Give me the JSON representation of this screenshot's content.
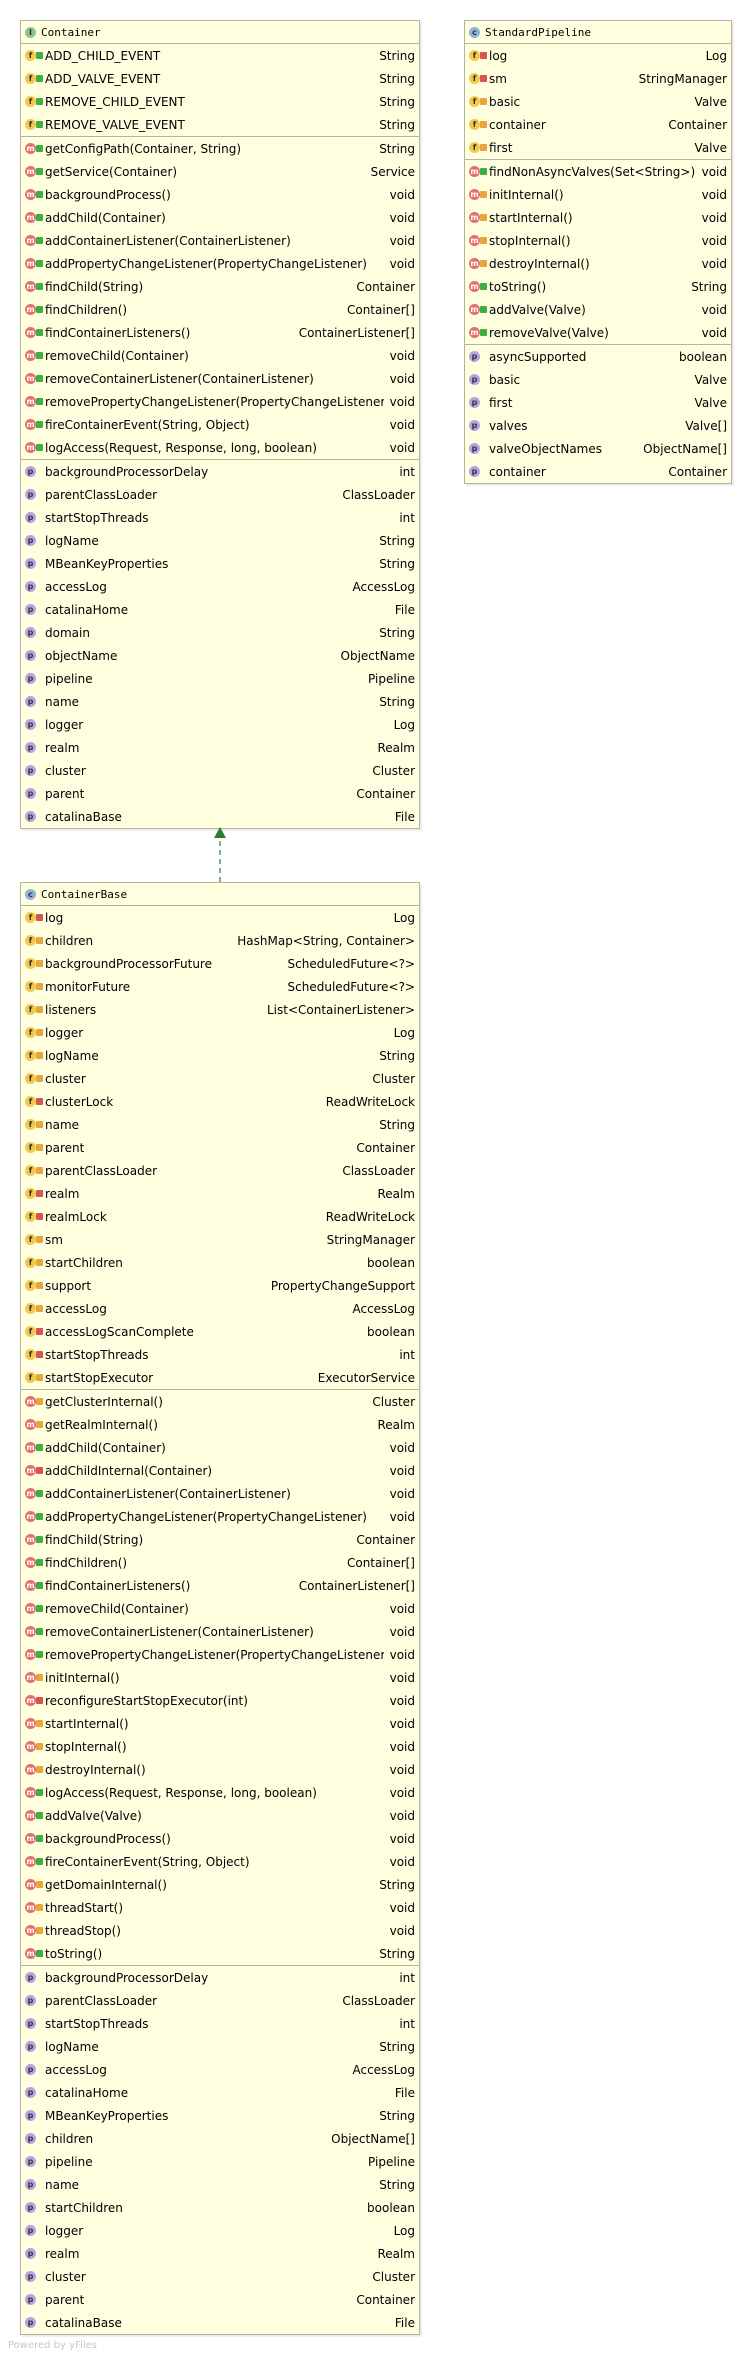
{
  "classes": [
    {
      "title": "Container",
      "kind": "i",
      "sections": [
        [
          {
            "icon": "f",
            "vis": "public",
            "name": "ADD_CHILD_EVENT",
            "type": "String"
          },
          {
            "icon": "f",
            "vis": "public",
            "name": "ADD_VALVE_EVENT",
            "type": "String"
          },
          {
            "icon": "f",
            "vis": "public",
            "name": "REMOVE_CHILD_EVENT",
            "type": "String"
          },
          {
            "icon": "f",
            "vis": "public",
            "name": "REMOVE_VALVE_EVENT",
            "type": "String"
          }
        ],
        [
          {
            "icon": "m",
            "vis": "public",
            "name": "getConfigPath(Container, String)",
            "type": "String"
          },
          {
            "icon": "m",
            "vis": "public",
            "name": "getService(Container)",
            "type": "Service"
          },
          {
            "icon": "m",
            "vis": "public",
            "name": "backgroundProcess()",
            "type": "void"
          },
          {
            "icon": "m",
            "vis": "public",
            "name": "addChild(Container)",
            "type": "void"
          },
          {
            "icon": "m",
            "vis": "public",
            "name": "addContainerListener(ContainerListener)",
            "type": "void"
          },
          {
            "icon": "m",
            "vis": "public",
            "name": "addPropertyChangeListener(PropertyChangeListener)",
            "type": "void"
          },
          {
            "icon": "m",
            "vis": "public",
            "name": "findChild(String)",
            "type": "Container"
          },
          {
            "icon": "m",
            "vis": "public",
            "name": "findChildren()",
            "type": "Container[]"
          },
          {
            "icon": "m",
            "vis": "public",
            "name": "findContainerListeners()",
            "type": "ContainerListener[]"
          },
          {
            "icon": "m",
            "vis": "public",
            "name": "removeChild(Container)",
            "type": "void"
          },
          {
            "icon": "m",
            "vis": "public",
            "name": "removeContainerListener(ContainerListener)",
            "type": "void"
          },
          {
            "icon": "m",
            "vis": "public",
            "name": "removePropertyChangeListener(PropertyChangeListener)",
            "type": "void"
          },
          {
            "icon": "m",
            "vis": "public",
            "name": "fireContainerEvent(String, Object)",
            "type": "void"
          },
          {
            "icon": "m",
            "vis": "public",
            "name": "logAccess(Request, Response, long, boolean)",
            "type": "void"
          }
        ],
        [
          {
            "icon": "p",
            "vis": "none",
            "name": "backgroundProcessorDelay",
            "type": "int"
          },
          {
            "icon": "p",
            "vis": "none",
            "name": "parentClassLoader",
            "type": "ClassLoader"
          },
          {
            "icon": "p",
            "vis": "none",
            "name": "startStopThreads",
            "type": "int"
          },
          {
            "icon": "p",
            "vis": "none",
            "name": "logName",
            "type": "String"
          },
          {
            "icon": "p",
            "vis": "none",
            "name": "MBeanKeyProperties",
            "type": "String"
          },
          {
            "icon": "p",
            "vis": "none",
            "name": "accessLog",
            "type": "AccessLog"
          },
          {
            "icon": "p",
            "vis": "none",
            "name": "catalinaHome",
            "type": "File"
          },
          {
            "icon": "p",
            "vis": "none",
            "name": "domain",
            "type": "String"
          },
          {
            "icon": "p",
            "vis": "none",
            "name": "objectName",
            "type": "ObjectName"
          },
          {
            "icon": "p",
            "vis": "none",
            "name": "pipeline",
            "type": "Pipeline"
          },
          {
            "icon": "p",
            "vis": "none",
            "name": "name",
            "type": "String"
          },
          {
            "icon": "p",
            "vis": "none",
            "name": "logger",
            "type": "Log"
          },
          {
            "icon": "p",
            "vis": "none",
            "name": "realm",
            "type": "Realm"
          },
          {
            "icon": "p",
            "vis": "none",
            "name": "cluster",
            "type": "Cluster"
          },
          {
            "icon": "p",
            "vis": "none",
            "name": "parent",
            "type": "Container"
          },
          {
            "icon": "p",
            "vis": "none",
            "name": "catalinaBase",
            "type": "File"
          }
        ]
      ]
    },
    {
      "title": "StandardPipeline",
      "kind": "c",
      "sections": [
        [
          {
            "icon": "f",
            "vis": "private",
            "name": "log",
            "type": "Log"
          },
          {
            "icon": "f",
            "vis": "private",
            "name": "sm",
            "type": "StringManager"
          },
          {
            "icon": "f",
            "vis": "protected",
            "name": "basic",
            "type": "Valve"
          },
          {
            "icon": "f",
            "vis": "protected",
            "name": "container",
            "type": "Container"
          },
          {
            "icon": "f",
            "vis": "protected",
            "name": "first",
            "type": "Valve"
          }
        ],
        [
          {
            "icon": "m",
            "vis": "public",
            "name": "findNonAsyncValves(Set<String>)",
            "type": "void"
          },
          {
            "icon": "m",
            "vis": "protected",
            "name": "initInternal()",
            "type": "void"
          },
          {
            "icon": "m",
            "vis": "protected",
            "name": "startInternal()",
            "type": "void"
          },
          {
            "icon": "m",
            "vis": "protected",
            "name": "stopInternal()",
            "type": "void"
          },
          {
            "icon": "m",
            "vis": "protected",
            "name": "destroyInternal()",
            "type": "void"
          },
          {
            "icon": "m",
            "vis": "public",
            "name": "toString()",
            "type": "String"
          },
          {
            "icon": "m",
            "vis": "public",
            "name": "addValve(Valve)",
            "type": "void"
          },
          {
            "icon": "m",
            "vis": "public",
            "name": "removeValve(Valve)",
            "type": "void"
          }
        ],
        [
          {
            "icon": "p",
            "vis": "none",
            "name": "asyncSupported",
            "type": "boolean"
          },
          {
            "icon": "p",
            "vis": "none",
            "name": "basic",
            "type": "Valve"
          },
          {
            "icon": "p",
            "vis": "none",
            "name": "first",
            "type": "Valve"
          },
          {
            "icon": "p",
            "vis": "none",
            "name": "valves",
            "type": "Valve[]"
          },
          {
            "icon": "p",
            "vis": "none",
            "name": "valveObjectNames",
            "type": "ObjectName[]"
          },
          {
            "icon": "p",
            "vis": "none",
            "name": "container",
            "type": "Container"
          }
        ]
      ]
    },
    {
      "title": "ContainerBase",
      "kind": "c",
      "sections": [
        [
          {
            "icon": "f",
            "vis": "private",
            "name": "log",
            "type": "Log"
          },
          {
            "icon": "f",
            "vis": "protected",
            "name": "children",
            "type": "HashMap<String, Container>"
          },
          {
            "icon": "f",
            "vis": "protected",
            "name": "backgroundProcessorFuture",
            "type": "ScheduledFuture<?>"
          },
          {
            "icon": "f",
            "vis": "protected",
            "name": "monitorFuture",
            "type": "ScheduledFuture<?>"
          },
          {
            "icon": "f",
            "vis": "protected",
            "name": "listeners",
            "type": "List<ContainerListener>"
          },
          {
            "icon": "f",
            "vis": "protected",
            "name": "logger",
            "type": "Log"
          },
          {
            "icon": "f",
            "vis": "protected",
            "name": "logName",
            "type": "String"
          },
          {
            "icon": "f",
            "vis": "protected",
            "name": "cluster",
            "type": "Cluster"
          },
          {
            "icon": "f",
            "vis": "private",
            "name": "clusterLock",
            "type": "ReadWriteLock"
          },
          {
            "icon": "f",
            "vis": "protected",
            "name": "name",
            "type": "String"
          },
          {
            "icon": "f",
            "vis": "protected",
            "name": "parent",
            "type": "Container"
          },
          {
            "icon": "f",
            "vis": "protected",
            "name": "parentClassLoader",
            "type": "ClassLoader"
          },
          {
            "icon": "f",
            "vis": "private",
            "name": "realm",
            "type": "Realm"
          },
          {
            "icon": "f",
            "vis": "private",
            "name": "realmLock",
            "type": "ReadWriteLock"
          },
          {
            "icon": "f",
            "vis": "protected",
            "name": "sm",
            "type": "StringManager"
          },
          {
            "icon": "f",
            "vis": "protected",
            "name": "startChildren",
            "type": "boolean"
          },
          {
            "icon": "f",
            "vis": "protected",
            "name": "support",
            "type": "PropertyChangeSupport"
          },
          {
            "icon": "f",
            "vis": "protected",
            "name": "accessLog",
            "type": "AccessLog"
          },
          {
            "icon": "f",
            "vis": "private",
            "name": "accessLogScanComplete",
            "type": "boolean"
          },
          {
            "icon": "f",
            "vis": "private",
            "name": "startStopThreads",
            "type": "int"
          },
          {
            "icon": "f",
            "vis": "protected",
            "name": "startStopExecutor",
            "type": "ExecutorService"
          }
        ],
        [
          {
            "icon": "m",
            "vis": "protected",
            "name": "getClusterInternal()",
            "type": "Cluster"
          },
          {
            "icon": "m",
            "vis": "protected",
            "name": "getRealmInternal()",
            "type": "Realm"
          },
          {
            "icon": "m",
            "vis": "public",
            "name": "addChild(Container)",
            "type": "void"
          },
          {
            "icon": "m",
            "vis": "private",
            "name": "addChildInternal(Container)",
            "type": "void"
          },
          {
            "icon": "m",
            "vis": "public",
            "name": "addContainerListener(ContainerListener)",
            "type": "void"
          },
          {
            "icon": "m",
            "vis": "public",
            "name": "addPropertyChangeListener(PropertyChangeListener)",
            "type": "void"
          },
          {
            "icon": "m",
            "vis": "public",
            "name": "findChild(String)",
            "type": "Container"
          },
          {
            "icon": "m",
            "vis": "public",
            "name": "findChildren()",
            "type": "Container[]"
          },
          {
            "icon": "m",
            "vis": "public",
            "name": "findContainerListeners()",
            "type": "ContainerListener[]"
          },
          {
            "icon": "m",
            "vis": "public",
            "name": "removeChild(Container)",
            "type": "void"
          },
          {
            "icon": "m",
            "vis": "public",
            "name": "removeContainerListener(ContainerListener)",
            "type": "void"
          },
          {
            "icon": "m",
            "vis": "public",
            "name": "removePropertyChangeListener(PropertyChangeListener)",
            "type": "void"
          },
          {
            "icon": "m",
            "vis": "protected",
            "name": "initInternal()",
            "type": "void"
          },
          {
            "icon": "m",
            "vis": "private",
            "name": "reconfigureStartStopExecutor(int)",
            "type": "void"
          },
          {
            "icon": "m",
            "vis": "protected",
            "name": "startInternal()",
            "type": "void"
          },
          {
            "icon": "m",
            "vis": "protected",
            "name": "stopInternal()",
            "type": "void"
          },
          {
            "icon": "m",
            "vis": "protected",
            "name": "destroyInternal()",
            "type": "void"
          },
          {
            "icon": "m",
            "vis": "public",
            "name": "logAccess(Request, Response, long, boolean)",
            "type": "void"
          },
          {
            "icon": "m",
            "vis": "public",
            "name": "addValve(Valve)",
            "type": "void"
          },
          {
            "icon": "m",
            "vis": "public",
            "name": "backgroundProcess()",
            "type": "void"
          },
          {
            "icon": "m",
            "vis": "public",
            "name": "fireContainerEvent(String, Object)",
            "type": "void"
          },
          {
            "icon": "m",
            "vis": "protected",
            "name": "getDomainInternal()",
            "type": "String"
          },
          {
            "icon": "m",
            "vis": "protected",
            "name": "threadStart()",
            "type": "void"
          },
          {
            "icon": "m",
            "vis": "protected",
            "name": "threadStop()",
            "type": "void"
          },
          {
            "icon": "m",
            "vis": "public",
            "name": "toString()",
            "type": "String"
          }
        ],
        [
          {
            "icon": "p",
            "vis": "none",
            "name": "backgroundProcessorDelay",
            "type": "int"
          },
          {
            "icon": "p",
            "vis": "none",
            "name": "parentClassLoader",
            "type": "ClassLoader"
          },
          {
            "icon": "p",
            "vis": "none",
            "name": "startStopThreads",
            "type": "int"
          },
          {
            "icon": "p",
            "vis": "none",
            "name": "logName",
            "type": "String"
          },
          {
            "icon": "p",
            "vis": "none",
            "name": "accessLog",
            "type": "AccessLog"
          },
          {
            "icon": "p",
            "vis": "none",
            "name": "catalinaHome",
            "type": "File"
          },
          {
            "icon": "p",
            "vis": "none",
            "name": "MBeanKeyProperties",
            "type": "String"
          },
          {
            "icon": "p",
            "vis": "none",
            "name": "children",
            "type": "ObjectName[]"
          },
          {
            "icon": "p",
            "vis": "none",
            "name": "pipeline",
            "type": "Pipeline"
          },
          {
            "icon": "p",
            "vis": "none",
            "name": "name",
            "type": "String"
          },
          {
            "icon": "p",
            "vis": "none",
            "name": "startChildren",
            "type": "boolean"
          },
          {
            "icon": "p",
            "vis": "none",
            "name": "logger",
            "type": "Log"
          },
          {
            "icon": "p",
            "vis": "none",
            "name": "realm",
            "type": "Realm"
          },
          {
            "icon": "p",
            "vis": "none",
            "name": "cluster",
            "type": "Cluster"
          },
          {
            "icon": "p",
            "vis": "none",
            "name": "parent",
            "type": "Container"
          },
          {
            "icon": "p",
            "vis": "none",
            "name": "catalinaBase",
            "type": "File"
          }
        ]
      ]
    }
  ],
  "relations": [
    {
      "from": "ContainerBase",
      "to": "Container",
      "type": "implements",
      "color": "#2e7d32"
    }
  ],
  "footer": "Powered by yFiles"
}
